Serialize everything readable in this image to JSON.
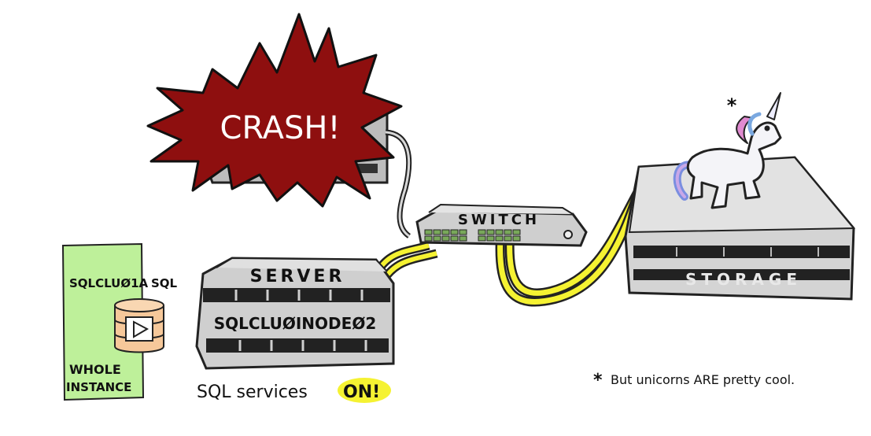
{
  "colors": {
    "crash_red": "#8e0f0f",
    "cable_yellow": "#f5f232",
    "instance_green": "#bef09a",
    "db_orange": "#f6c89a",
    "server_gray": "#cfcfcf",
    "storage_gray": "#d4d4d4",
    "switch_port_green": "#79a85a"
  },
  "crash": {
    "label": "CRASH!"
  },
  "switch": {
    "label": "SWITCH"
  },
  "server": {
    "label": "SERVER",
    "node_name": "SQLCLUØINODEØ2"
  },
  "storage": {
    "label": "STORAGE",
    "asterisk": "*"
  },
  "instance": {
    "cluster_name": "SQLCLUØ1A",
    "sql_label": "SQL",
    "whole_line1": "WHOLE",
    "whole_line2": "INSTANCE",
    "db_icon": "database-play-icon"
  },
  "services": {
    "prefix": "SQL services ",
    "on": "ON!"
  },
  "footnote": {
    "asterisk": "*",
    "text": "But unicorns ARE pretty cool."
  }
}
